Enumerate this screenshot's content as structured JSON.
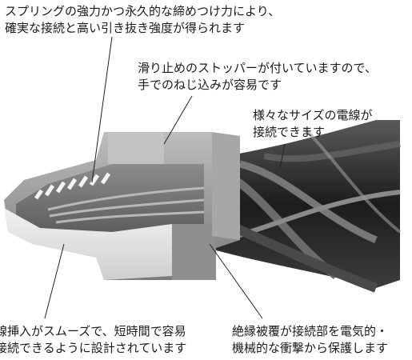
{
  "callouts": {
    "spring": {
      "line1": "スプリングの強力かつ永久的な締めつけ力により、",
      "line2": "確実な接続と高い引き抜き強度が得られます"
    },
    "stopper": {
      "line1": "滑り止めのストッパーが付いていますので、",
      "line2": "手でのねじ込みが容易です"
    },
    "wire_sizes": {
      "line1": "様々なサイズの電線が",
      "line2": "接続できます"
    },
    "insertion": {
      "line1": "線挿入がスムーズで、短時間で容易",
      "line2": "接続できるように設計されています"
    },
    "insulation": {
      "line1": "絶縁被覆が接続部を電気的・",
      "line2": "機械的な衝撃から保護します"
    }
  }
}
